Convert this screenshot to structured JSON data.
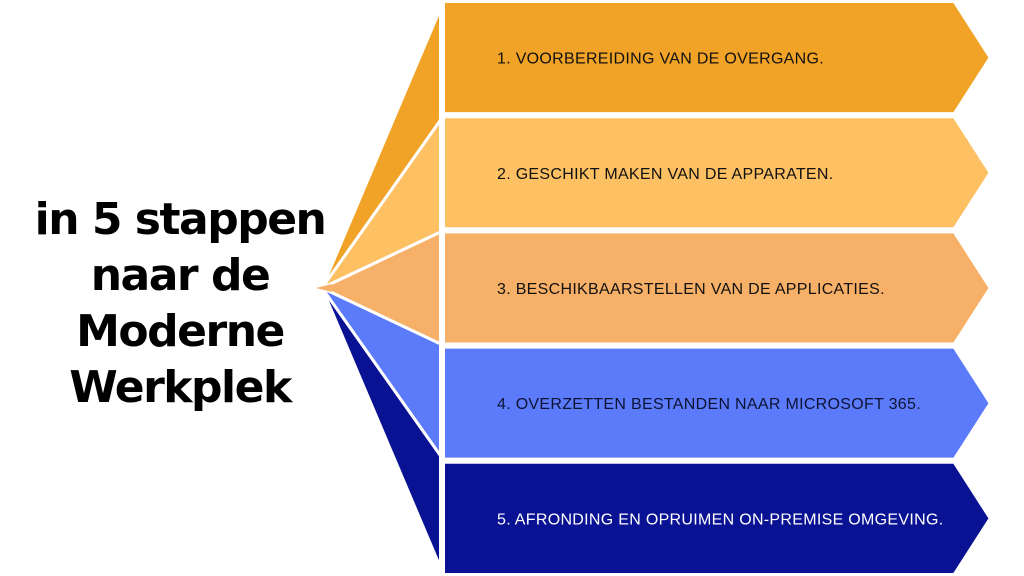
{
  "title": {
    "lines": [
      "in 5 stappen",
      "naar de",
      "Moderne",
      "Werkplek"
    ]
  },
  "steps": [
    {
      "label": "1. VOORBEREIDING VAN DE OVERGANG.",
      "fill": "#F0A326",
      "text_color": "#111111"
    },
    {
      "label": "2. GESCHIKT MAKEN VAN DE APPARATEN.",
      "fill": "#FDC063",
      "text_color": "#111111"
    },
    {
      "label": "3. BESCHIKBAARSTELLEN VAN DE APPLICATIES.",
      "fill": "#F7B068",
      "text_color": "#111111"
    },
    {
      "label": "4. OVERZETTEN BESTANDEN NAAR MICROSOFT 365.",
      "fill": "#5B7BFA",
      "text_color": "#0d1333"
    },
    {
      "label": "5. AFRONDING EN OPRUIMEN ON-PREMISE OMGEVING.",
      "fill": "#0A1294",
      "text_color": "#ffffff"
    }
  ],
  "colors": {
    "background": "#ffffff",
    "separator": "#ffffff"
  }
}
